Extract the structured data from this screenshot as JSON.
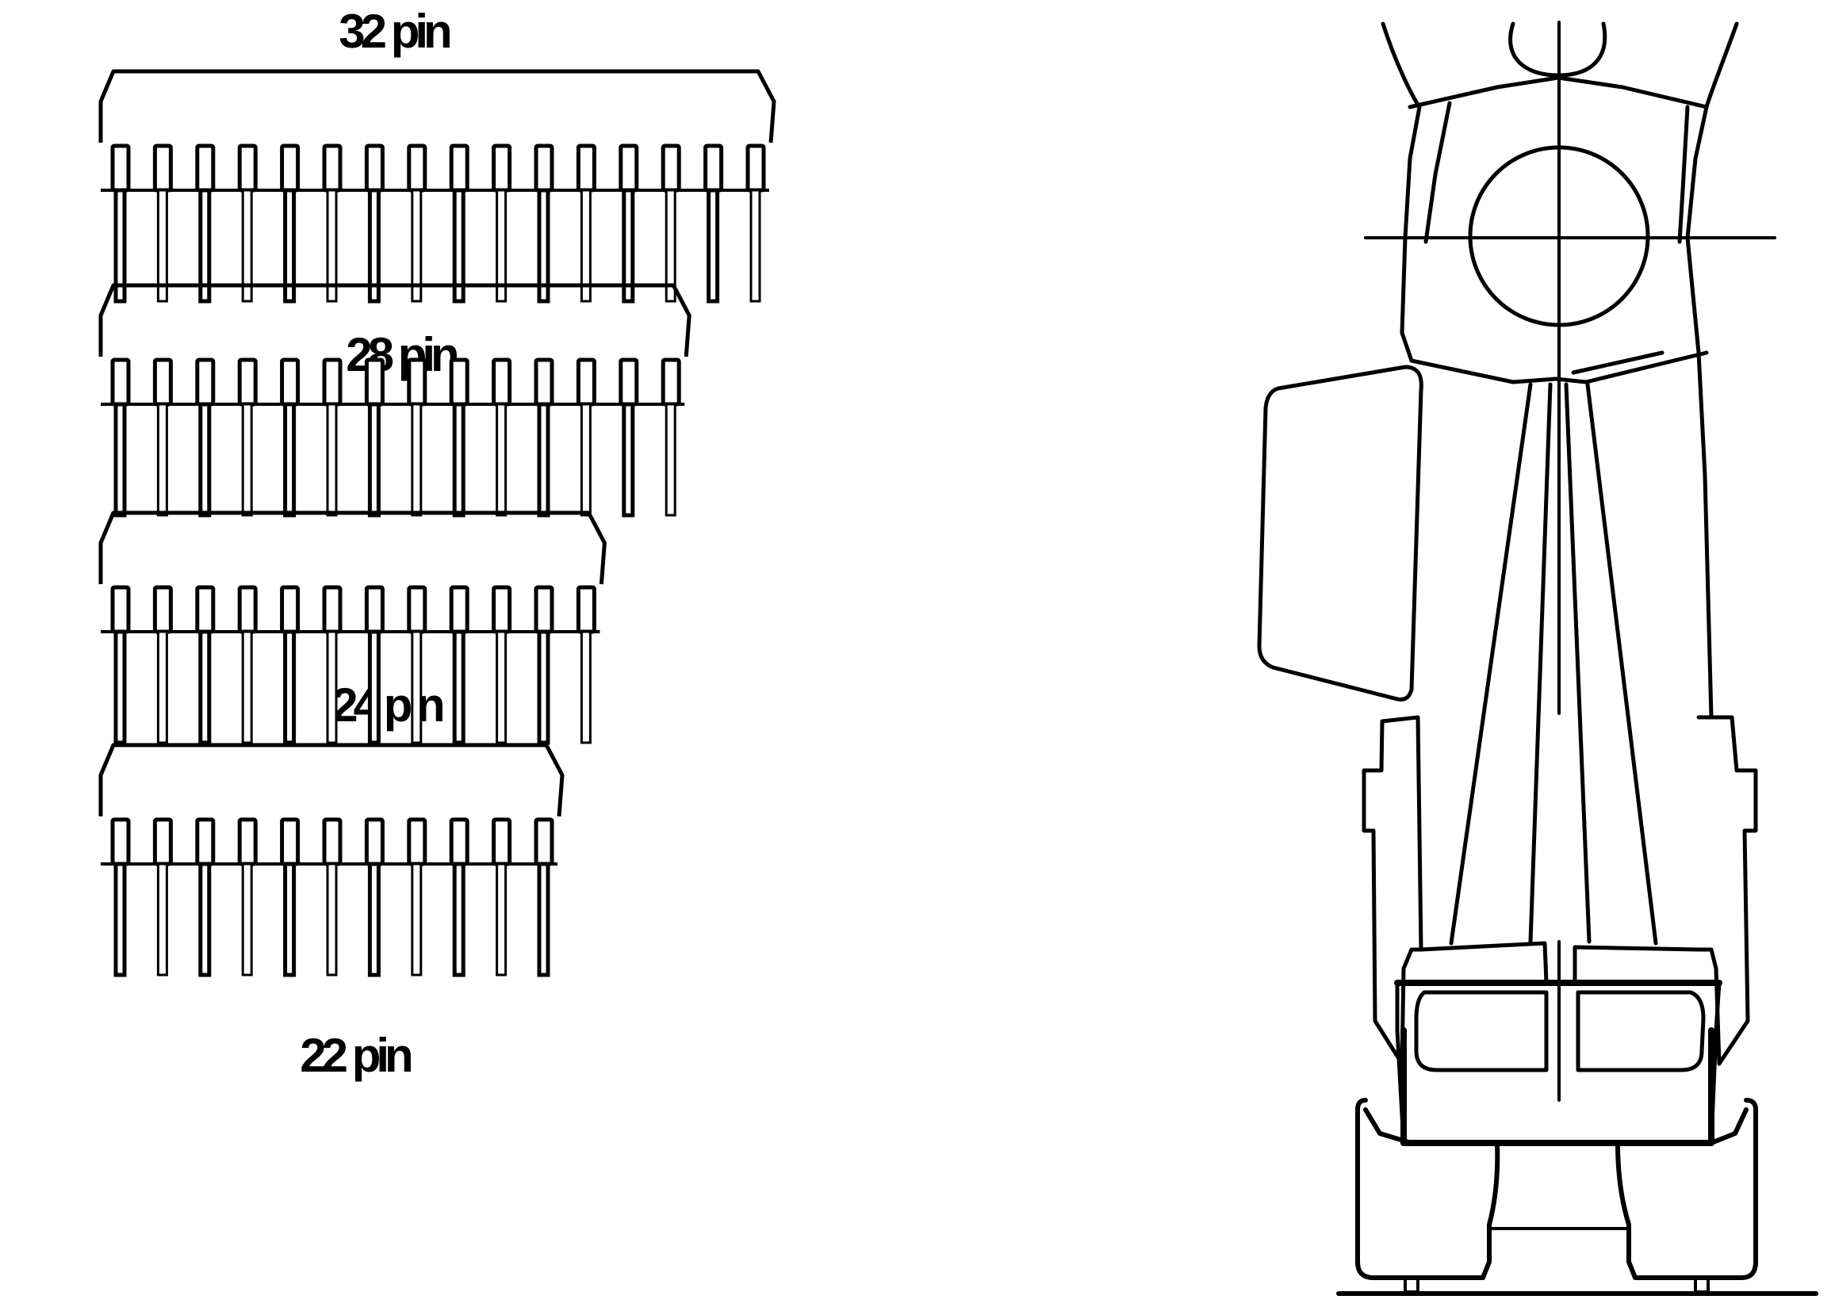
{
  "figure": {
    "packages": [
      {
        "id": "pkg-32",
        "label": "32 pin",
        "pins_per_side": 16
      },
      {
        "id": "pkg-28",
        "label": "28 pin",
        "pins_per_side": 14
      },
      {
        "id": "pkg-24",
        "label": "24 pin",
        "pins_per_side": 12
      },
      {
        "id": "pkg-22",
        "label": "22 pin",
        "pins_per_side": 11
      }
    ],
    "colors": {
      "line": "#000000",
      "background": "#ffffff"
    }
  }
}
